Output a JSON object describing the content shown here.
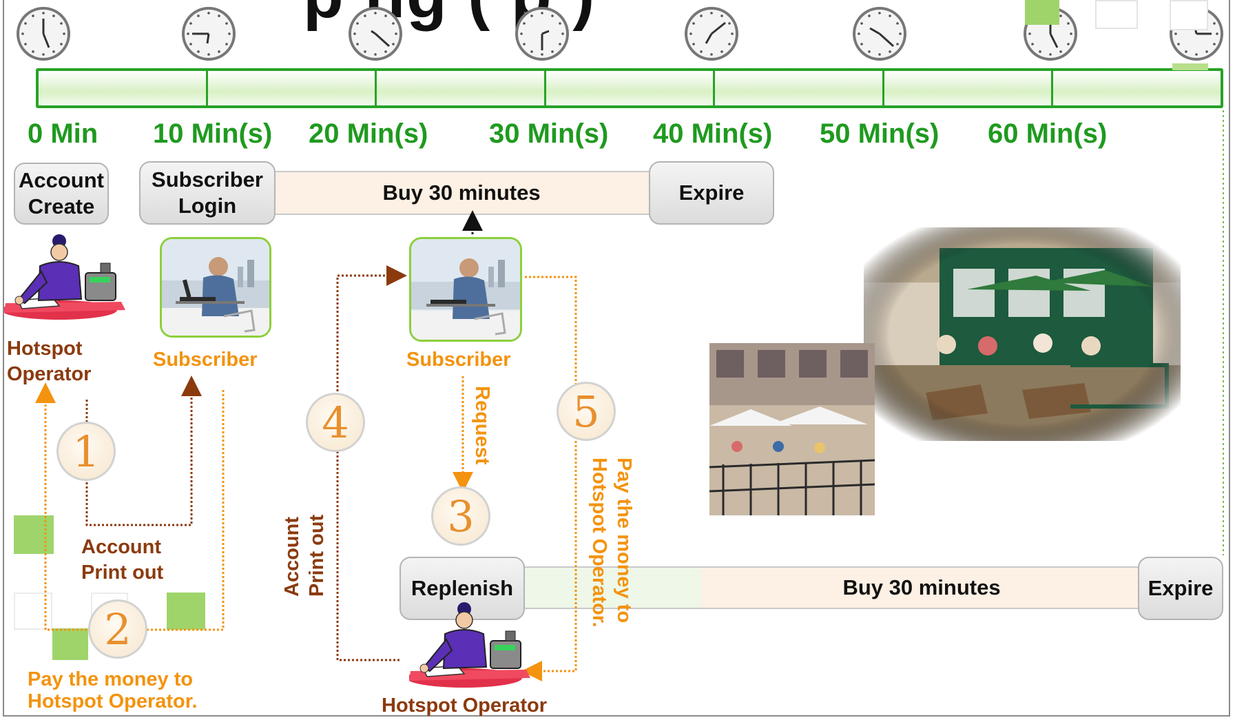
{
  "title_fragment": "p  ng (  p   )",
  "timeline": {
    "ticks": [
      "0 Min",
      "10 Min(s)",
      "20 Min(s)",
      "30 Min(s)",
      "40 Min(s)",
      "50 Min(s)",
      "60 Min(s)"
    ],
    "segments": 7,
    "clocks": 8
  },
  "top_row": {
    "account_create": "Account Create",
    "subscriber_login": "Subscriber Login",
    "buy_label": "Buy 30 minutes",
    "expire": "Expire"
  },
  "bottom_row": {
    "replenish": "Replenish",
    "buy_label": "Buy 30 minutes",
    "expire": "Expire"
  },
  "actors": {
    "operator_left": "Hotspot Operator",
    "subscriber_1": "Subscriber",
    "subscriber_2": "Subscriber",
    "operator_bottom": "Hotspot Operator"
  },
  "steps": {
    "s1": "1",
    "s2": "2",
    "s3": "3",
    "s4": "4",
    "s5": "5"
  },
  "annotations": {
    "account_printout": "Account Print out",
    "pay_money_left": "Pay the money to Hotspot Operator.",
    "request": "Request",
    "account_printout_vertical": "Account Print out",
    "pay_money_vertical": "Pay the money to Hotspot Operator."
  },
  "colors": {
    "timeline_green": "#27a327",
    "tick_text": "#1f9a1f",
    "brown": "#8b3a0e",
    "orange": "#f3930f",
    "photo_border": "#8ccf3c"
  },
  "icons": [
    "clock-icon",
    "cashier-icon",
    "laptop-photo",
    "cafe-photo"
  ]
}
